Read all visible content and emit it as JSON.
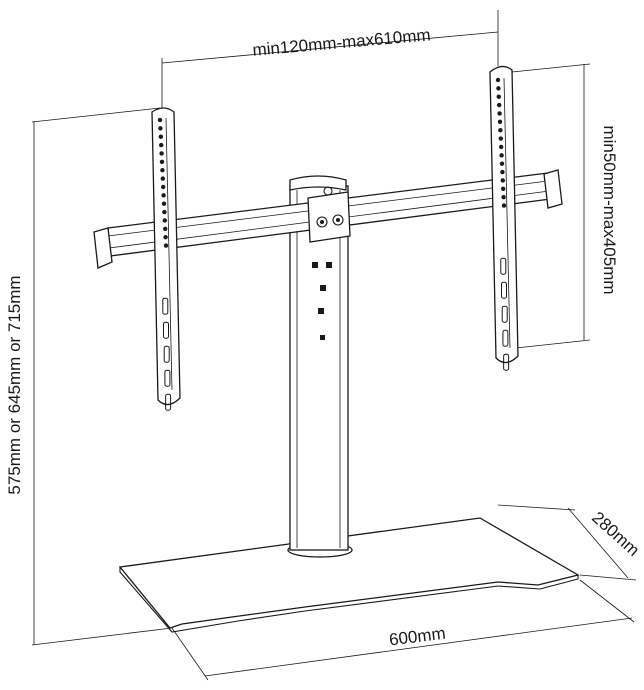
{
  "dimensions": {
    "width_range": "min120mm-max610mm",
    "height_range": "min50mm-max405mm",
    "overall_height": "575mm or 645mm or 715mm",
    "base_depth": "280mm",
    "base_width": "600mm"
  },
  "colors": {
    "line": "#1a1a1a",
    "background": "#ffffff"
  }
}
